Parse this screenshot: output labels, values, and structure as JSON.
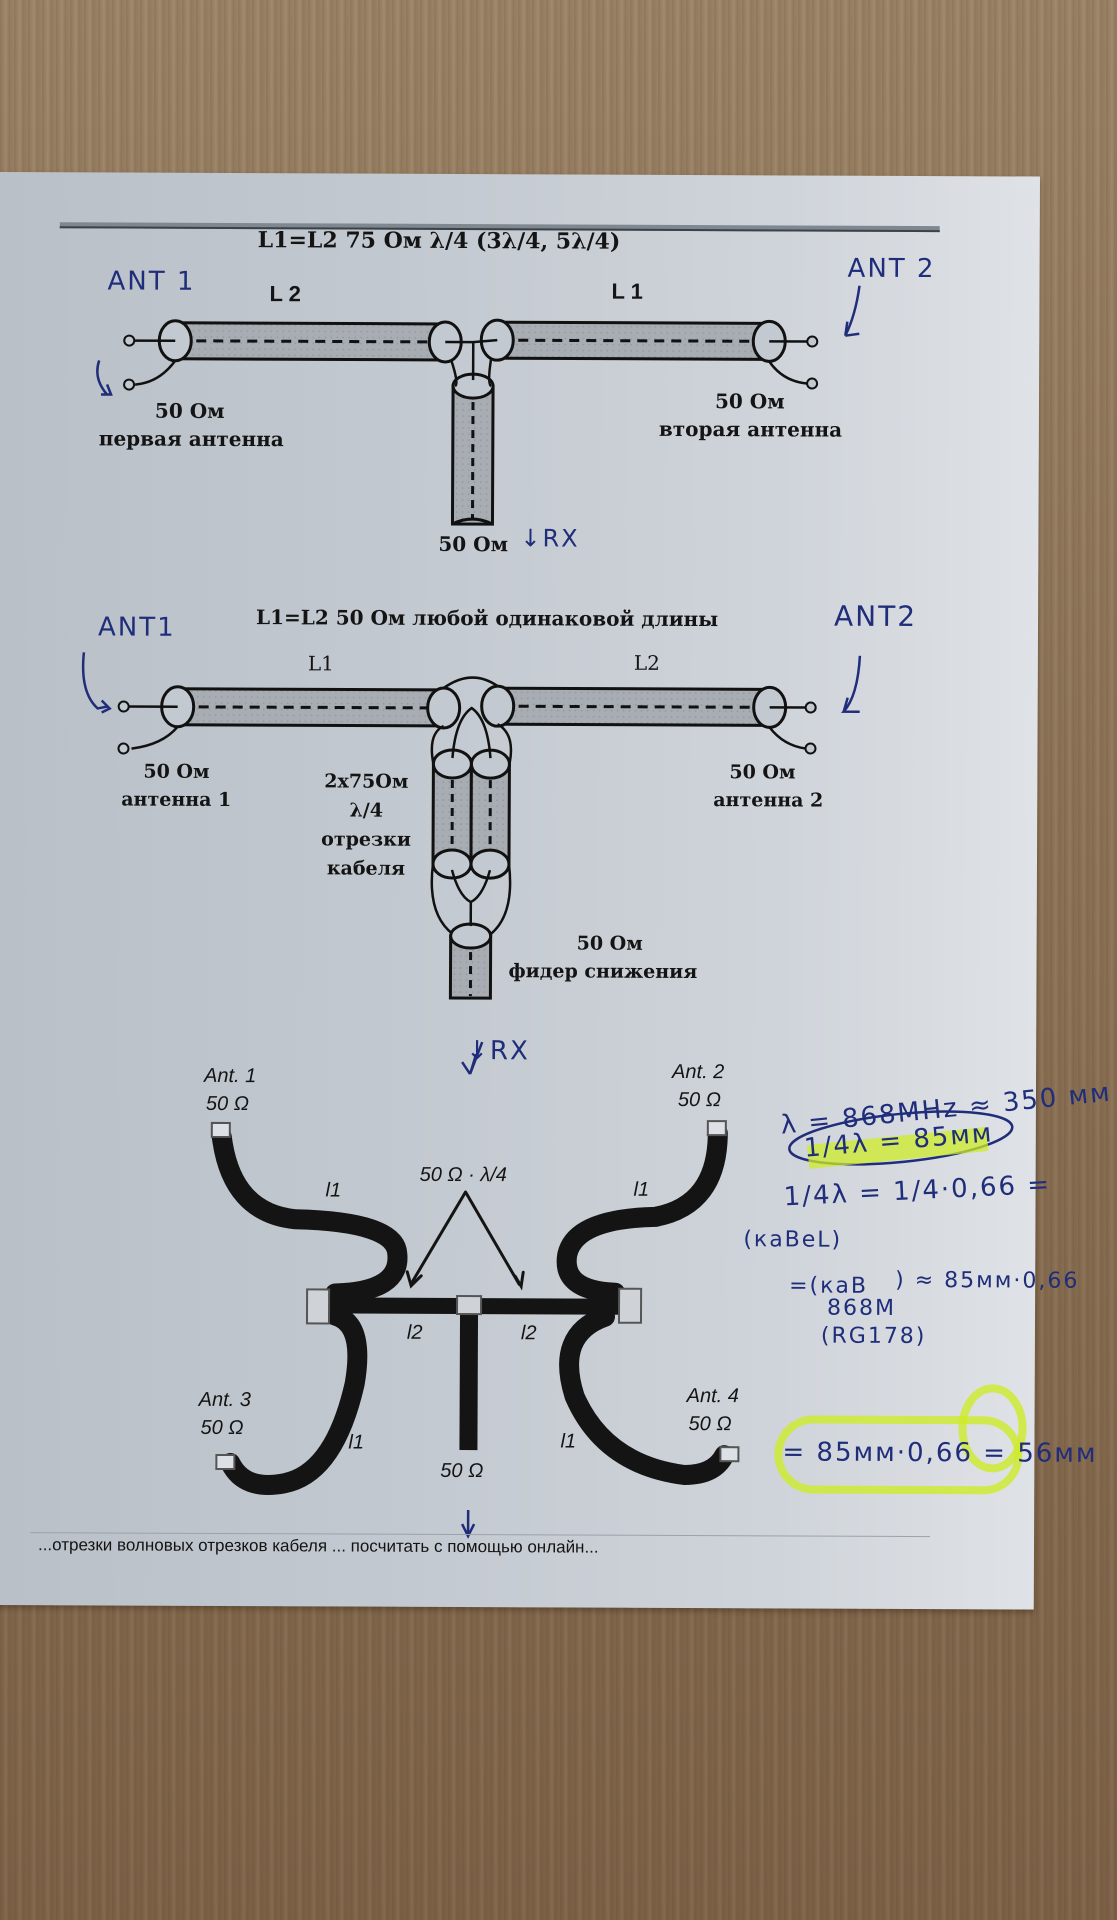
{
  "scene": {
    "description": "Photo of printed sheet with antenna combiner diagrams on wooden table, with handwritten notes",
    "colors": {
      "wood": "#8e7559",
      "paper": "#c3c9d0",
      "ink_print": "#141414",
      "ink_pen": "#1f2d7a",
      "highlighter": "#d4ec2a",
      "cable_fill": "#a9aeb3",
      "cable_dark": "#1a1a1a"
    }
  },
  "diagram1": {
    "title": "L1=L2 75 Ом λ/4 (3λ/4, 5λ/4)",
    "cable_left_label": "L 2",
    "cable_right_label": "L 1",
    "left_impedance": "50 Ом",
    "left_caption": "первая антенна",
    "right_impedance": "50 Ом",
    "right_caption": "вторая антенна",
    "bottom_impedance": "50 Ом",
    "hand_ant1": "ANT 1",
    "hand_ant2": "ANT 2",
    "hand_rx": "↓RX"
  },
  "diagram2": {
    "title": "L1=L2 50 Ом любой одинаковой длины",
    "cable_left_label": "L1",
    "cable_right_label": "L2",
    "left_impedance": "50 Ом",
    "left_caption": "антенна 1",
    "right_impedance": "50 Ом",
    "right_caption": "антенна 2",
    "center_lines": [
      "2x75Ом",
      "λ/4",
      "отрезки",
      "кабеля"
    ],
    "feeder_impedance": "50 Ом",
    "feeder_caption": "фидер снижения",
    "hand_ant1": "ANT1",
    "hand_ant2": "ANT2",
    "hand_rx": "↓RX"
  },
  "diagram3": {
    "ant1": "Ant. 1",
    "ant1_imp": "50 Ω",
    "ant2": "Ant. 2",
    "ant2_imp": "50 Ω",
    "ant3": "Ant. 3",
    "ant3_imp": "50 Ω",
    "ant4": "Ant. 4",
    "ant4_imp": "50 Ω",
    "l1": "l1",
    "l2": "l2",
    "center_label": "50 Ω · λ/4",
    "bottom_imp": "50 Ω",
    "hand_arrow": "↓"
  },
  "footer_text_cut": "...отрезки волновых отрезков кабеля ... посчитать с помощью онлайн...",
  "notes": {
    "line1": "λ = 868MHz ≈ 350 мм",
    "line2": "1/4λ = 85мм",
    "line3": "1/4λ = 1/4·0,66 =",
    "line4": "(каBeL)",
    "line5a": "=(кaB",
    "line5b": "868M",
    "line5c": ") ≈ 85мм·0,66",
    "line6": "(RG178)",
    "line7": "= 85мм·0,66 = 56мм"
  }
}
